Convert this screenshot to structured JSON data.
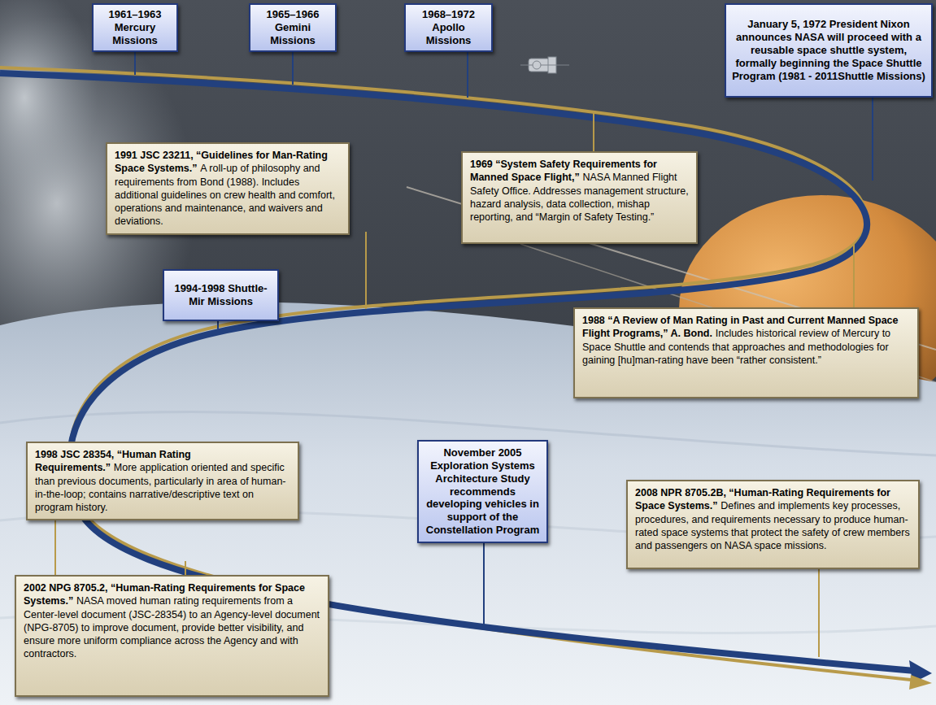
{
  "diagram": {
    "nodes": [
      {
        "text": [
          "1961–1963 Mercury Missions"
        ]
      },
      {
        "text": [
          "1965–1966 Gemini Missions"
        ]
      },
      {
        "text": [
          "1968–1972 Apollo Missions"
        ]
      },
      {
        "text": [
          "January 5, 1972 President Nixon announces NASA will proceed with a reusable space shuttle system, formally beginning the Space Shuttle Program (1981 - 2011Shuttle Missions)"
        ]
      },
      {
        "text": [
          "1991 JSC 23211, “Guidelines for Man-Rating Space Systems.”",
          "A roll-up of philosophy and requirements from Bond (1988). Includes additional guidelines on crew health and comfort, operations and maintenance, and waivers and deviations."
        ]
      },
      {
        "text": [
          "1969 “System Safety Requirements for Manned Space Flight,”",
          "NASA Manned Flight Safety Office. Addresses management structure, hazard analysis, data collection, mishap reporting, and “Margin of Safety Testing.”"
        ]
      },
      {
        "text": [
          "1994-1998 Shuttle-Mir Missions"
        ]
      },
      {
        "text": [
          "1988 “A Review of Man Rating in Past and Current Manned Space Flight Programs,” A. Bond.",
          "Includes historical review of Mercury to Space Shuttle and contends that approaches and methodologies for gaining [hu]man-rating have been “rather consistent.”"
        ]
      },
      {
        "text": [
          "1998 JSC 28354, “Human Rating Requirements.”",
          "More application oriented and specific than previous documents, particularly in area of human-in-the-loop; contains narrative/descriptive text on program history."
        ]
      },
      {
        "text": [
          "November 2005 Exploration Systems Architecture Study recommends developing vehicles in support of the Constellation Program"
        ]
      },
      {
        "text": [
          "2008 NPR 8705.2B, “Human-Rating Requirements for Space Systems.”",
          "Defines and implements key processes, procedures, and requirements necessary to produce human-rated space systems that protect the safety of crew members and passengers on NASA space missions."
        ]
      },
      {
        "text": [
          "2002 NPG 8705.2, “Human-Rating Requirements for Space Systems.”",
          "NASA moved human rating requirements from a Center-level document (JSC-28354) to an Agency-level document (NPG-8705) to improve document, provide better visibility, and ensure more uniform compliance across the Agency and with contractors."
        ]
      }
    ]
  }
}
